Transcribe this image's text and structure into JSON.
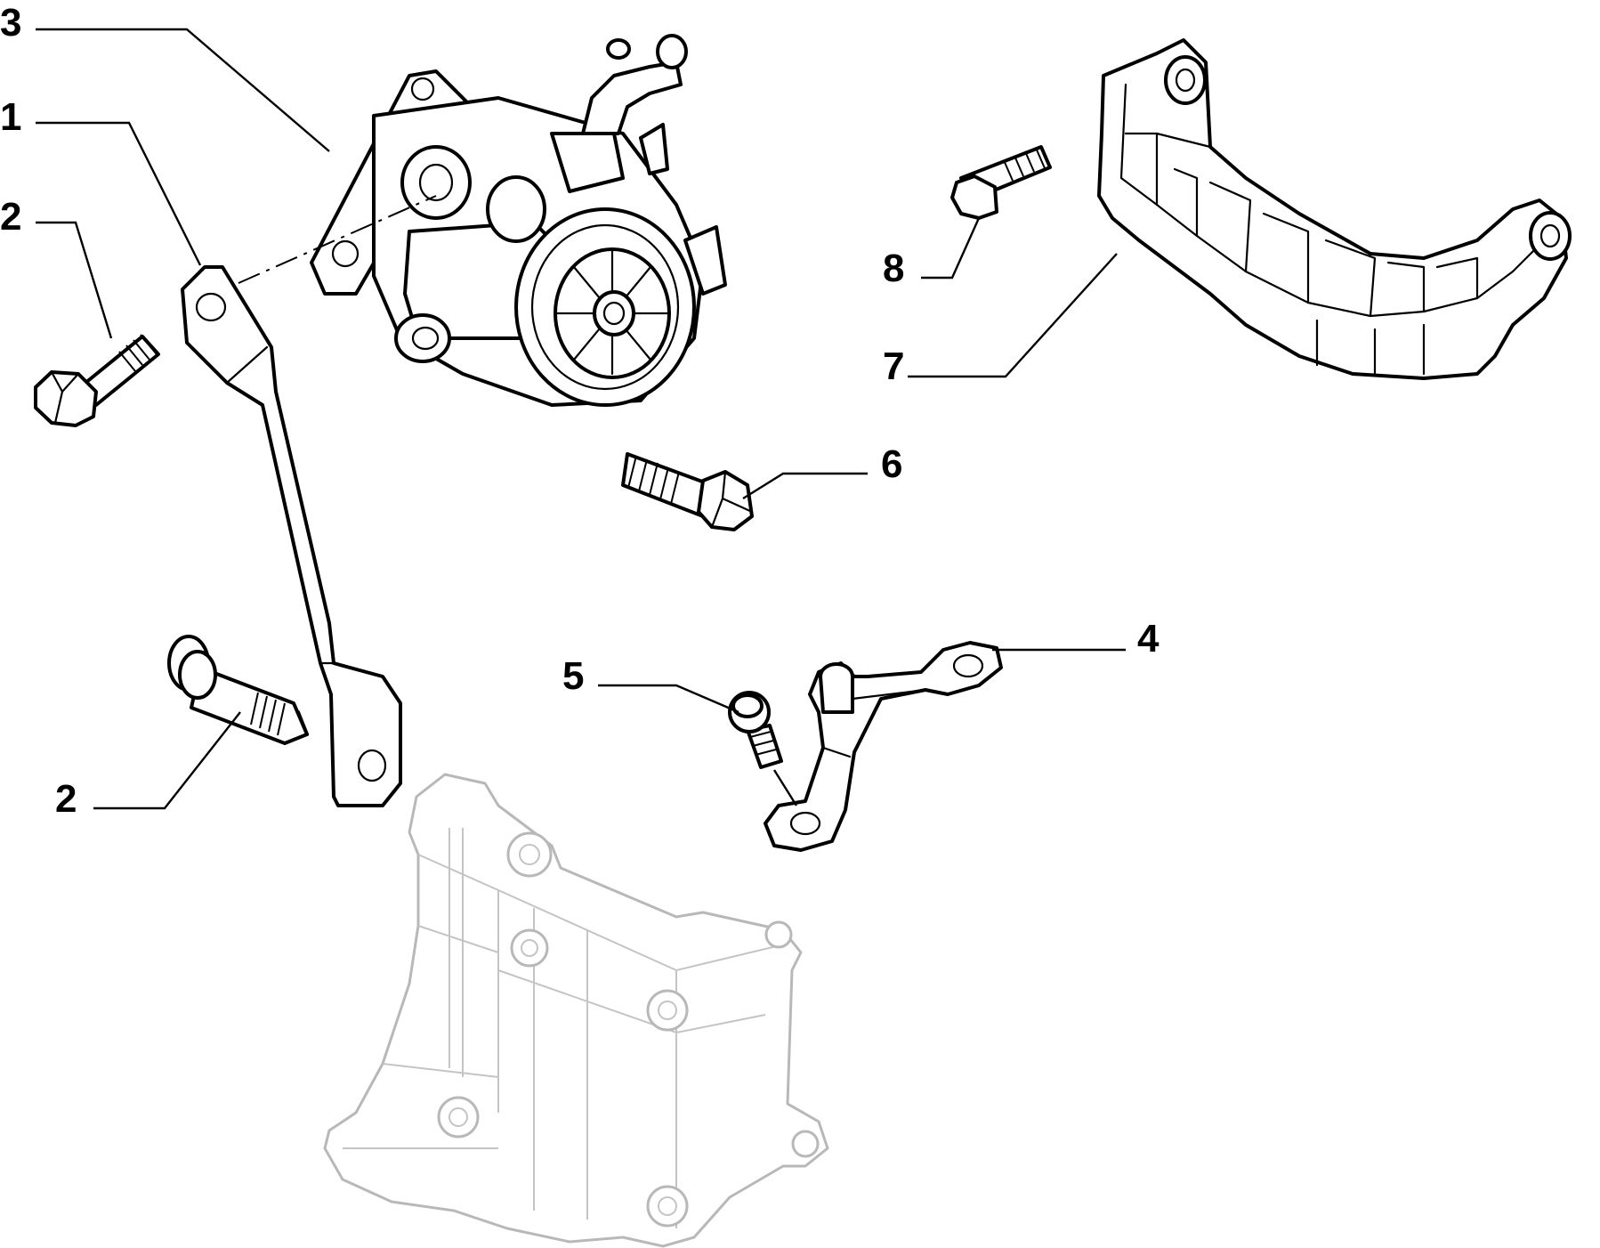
{
  "callouts": {
    "c1": "1",
    "c2a": "2",
    "c2b": "2",
    "c3": "3",
    "c4": "4",
    "c5": "5",
    "c6": "6",
    "c7": "7",
    "c8": "8"
  },
  "colors": {
    "ink": "#000000",
    "ghost": "#b8b8b8",
    "background": "#ffffff"
  }
}
